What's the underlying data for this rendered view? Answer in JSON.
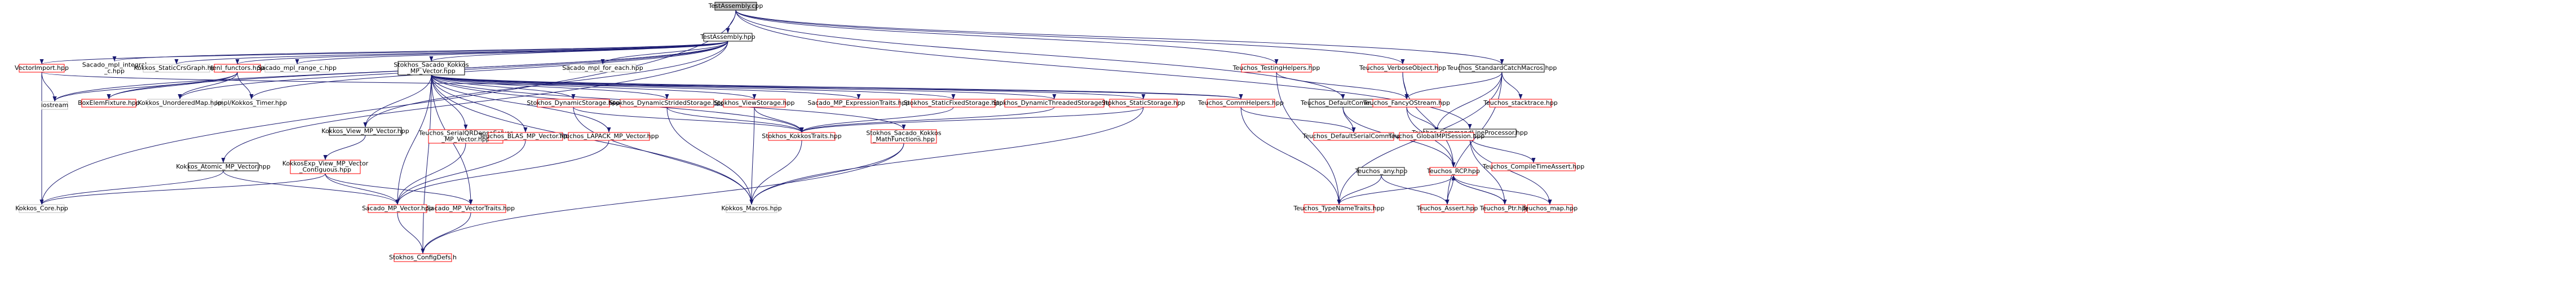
{
  "colors": {
    "edge": "#191970",
    "box_stroke": "#000000",
    "box_fill": "#ffffff",
    "root_fill": "#bfbfbf",
    "red_stroke": "#ff0000",
    "gray_stroke": "#bfbfbf",
    "text": "#000000"
  },
  "nodes": [
    {
      "id": "root",
      "lines": [
        "TestAssembly.cpp"
      ],
      "style": "root"
    },
    {
      "id": "ta",
      "lines": [
        "TestAssembly.hpp"
      ],
      "style": "black"
    },
    {
      "id": "vimport",
      "lines": [
        "VectorImport.hpp"
      ],
      "style": "red"
    },
    {
      "id": "mplint",
      "lines": [
        "Sacado_mpl_integral",
        "_c.hpp"
      ],
      "style": "plain"
    },
    {
      "id": "crsgraph",
      "lines": [
        "Kokkos_StaticCrsGraph.hpp"
      ],
      "style": "gray"
    },
    {
      "id": "fem",
      "lines": [
        "fenl_functors.hpp"
      ],
      "style": "red"
    },
    {
      "id": "mplrange",
      "lines": [
        "Sacado_mpl_range_c.hpp"
      ],
      "style": "gray"
    },
    {
      "id": "mplfor",
      "lines": [
        "Sacado_mpl_for_each.hpp"
      ],
      "style": "gray"
    },
    {
      "id": "mpvec",
      "lines": [
        "Stokhos_Sacado_Kokkos",
        "_MP_Vector.hpp"
      ],
      "style": "black"
    },
    {
      "id": "testhelp",
      "lines": [
        "Teuchos_TestingHelpers.hpp"
      ],
      "style": "red"
    },
    {
      "id": "verbose",
      "lines": [
        "Teuchos_VerboseObject.hpp"
      ],
      "style": "red"
    },
    {
      "id": "stdcatch",
      "lines": [
        "Teuchos_StandardCatchMacros.hpp"
      ],
      "style": "black"
    },
    {
      "id": "iostream",
      "lines": [
        "iostream"
      ],
      "style": "gray"
    },
    {
      "id": "boxelem",
      "lines": [
        "BoxElemFixture.hpp"
      ],
      "style": "red"
    },
    {
      "id": "unordered",
      "lines": [
        "Kokkos_UnorderedMap.hpp"
      ],
      "style": "gray"
    },
    {
      "id": "impltimer",
      "lines": [
        "impl/Kokkos_Timer.hpp"
      ],
      "style": "gray"
    },
    {
      "id": "kviewmp",
      "lines": [
        "Kokkos_View_MP_Vector.hpp"
      ],
      "style": "black"
    },
    {
      "id": "katomic",
      "lines": [
        "Kokkos_Atomic_MP_Vector.hpp"
      ],
      "style": "black"
    },
    {
      "id": "kexpview",
      "lines": [
        "KokkosExp_View_MP_Vector",
        "_Contiguous.hpp"
      ],
      "style": "red"
    },
    {
      "id": "dynstor",
      "lines": [
        "Stokhos_DynamicStorage.hpp"
      ],
      "style": "red"
    },
    {
      "id": "dynstrided",
      "lines": [
        "Stokhos_DynamicStridedStorage.hpp"
      ],
      "style": "red"
    },
    {
      "id": "viewstor",
      "lines": [
        "Stokhos_ViewStorage.hpp"
      ],
      "style": "red"
    },
    {
      "id": "mpexpr",
      "lines": [
        "Sacado_MP_ExpressionTraits.hpp"
      ],
      "style": "red"
    },
    {
      "id": "statfixed",
      "lines": [
        "Stokhos_StaticFixedStorage.hpp"
      ],
      "style": "red"
    },
    {
      "id": "dynthreaded",
      "lines": [
        "Stokhos_DynamicThreadedStorage.hpp"
      ],
      "style": "red"
    },
    {
      "id": "statstor",
      "lines": [
        "Stokhos_StaticStorage.hpp"
      ],
      "style": "red"
    },
    {
      "id": "commhelp",
      "lines": [
        "Teuchos_CommHelpers.hpp"
      ],
      "style": "red"
    },
    {
      "id": "defcomm",
      "lines": [
        "Teuchos_DefaultComm.hpp"
      ],
      "style": "black"
    },
    {
      "id": "fancy",
      "lines": [
        "Teuchos_FancyOStream.hpp"
      ],
      "style": "red"
    },
    {
      "id": "cmdline",
      "lines": [
        "Teuchos_CommandLineProcessor.hpp"
      ],
      "style": "black"
    },
    {
      "id": "serialqr",
      "lines": [
        "Teuchos_SerialQRDenseSolver",
        "_MP_Vector.hpp"
      ],
      "style": "red"
    },
    {
      "id": "blasmp",
      "lines": [
        "Teuchos_BLAS_MP_Vector.hpp"
      ],
      "style": "red"
    },
    {
      "id": "lapackmp",
      "lines": [
        "Teuchos_LAPACK_MP_Vector.hpp"
      ],
      "style": "red"
    },
    {
      "id": "kokkostraits",
      "lines": [
        "Stokhos_KokkosTraits.hpp"
      ],
      "style": "red"
    },
    {
      "id": "mathfn",
      "lines": [
        "Stokhos_Sacado_Kokkos",
        "_MathFunctions.hpp"
      ],
      "style": "red"
    },
    {
      "id": "defserial",
      "lines": [
        "Teuchos_DefaultSerialComm.hpp"
      ],
      "style": "red"
    },
    {
      "id": "globalmpi",
      "lines": [
        "Teuchos_GlobalMPISession.hpp"
      ],
      "style": "red"
    },
    {
      "id": "stacktrace",
      "lines": [
        "Teuchos_stacktrace.hpp"
      ],
      "style": "red"
    },
    {
      "id": "any",
      "lines": [
        "Teuchos_any.hpp"
      ],
      "style": "black"
    },
    {
      "id": "rcp",
      "lines": [
        "Teuchos_RCP.hpp"
      ],
      "style": "red"
    },
    {
      "id": "complextime",
      "lines": [
        "Teuchos_CompileTimeAssert.hpp"
      ],
      "style": "red"
    },
    {
      "id": "kcore",
      "lines": [
        "Kokkos_Core.hpp"
      ],
      "style": "gray"
    },
    {
      "id": "sacmp",
      "lines": [
        "Sacado_MP_Vector.hpp"
      ],
      "style": "red"
    },
    {
      "id": "sacmptraits",
      "lines": [
        "Sacado_MP_VectorTraits.hpp"
      ],
      "style": "red"
    },
    {
      "id": "kmacros",
      "lines": [
        "Kokkos_Macros.hpp"
      ],
      "style": "gray"
    },
    {
      "id": "typename",
      "lines": [
        "Teuchos_TypeNameTraits.hpp"
      ],
      "style": "red"
    },
    {
      "id": "assert",
      "lines": [
        "Teuchos_Assert.hpp"
      ],
      "style": "red"
    },
    {
      "id": "ptr",
      "lines": [
        "Teuchos_Ptr.hpp"
      ],
      "style": "red"
    },
    {
      "id": "map",
      "lines": [
        "Teuchos_map.hpp"
      ],
      "style": "red"
    },
    {
      "id": "configdefs",
      "lines": [
        "Stokhos_ConfigDefs.h"
      ],
      "style": "red"
    }
  ],
  "edges": [
    [
      "root",
      "ta"
    ],
    [
      "root",
      "kcore"
    ],
    [
      "root",
      "testhelp"
    ],
    [
      "root",
      "verbose"
    ],
    [
      "root",
      "stdcatch"
    ],
    [
      "root",
      "cmdline"
    ],
    [
      "root",
      "defcomm"
    ],
    [
      "ta",
      "iostream"
    ],
    [
      "ta",
      "vimport"
    ],
    [
      "ta",
      "mplint"
    ],
    [
      "ta",
      "crsgraph"
    ],
    [
      "ta",
      "fem"
    ],
    [
      "ta",
      "mplrange"
    ],
    [
      "ta",
      "mpvec"
    ],
    [
      "ta",
      "mplfor"
    ],
    [
      "ta",
      "boxelem"
    ],
    [
      "ta",
      "unordered"
    ],
    [
      "ta",
      "impltimer"
    ],
    [
      "ta",
      "kviewmp"
    ],
    [
      "ta",
      "katomic"
    ],
    [
      "vimport",
      "iostream"
    ],
    [
      "vimport",
      "kcore"
    ],
    [
      "vimport",
      "commhelp"
    ],
    [
      "fem",
      "boxelem"
    ],
    [
      "fem",
      "unordered"
    ],
    [
      "fem",
      "impltimer"
    ],
    [
      "fem",
      "iostream"
    ],
    [
      "mpvec",
      "kviewmp"
    ],
    [
      "mpvec",
      "dynstor"
    ],
    [
      "mpvec",
      "dynstrided"
    ],
    [
      "mpvec",
      "viewstor"
    ],
    [
      "mpvec",
      "mpexpr"
    ],
    [
      "mpvec",
      "statfixed"
    ],
    [
      "mpvec",
      "dynthreaded"
    ],
    [
      "mpvec",
      "statstor"
    ],
    [
      "mpvec",
      "serialqr"
    ],
    [
      "mpvec",
      "blasmp"
    ],
    [
      "mpvec",
      "lapackmp"
    ],
    [
      "mpvec",
      "sacmp"
    ],
    [
      "mpvec",
      "kokkostraits"
    ],
    [
      "mpvec",
      "mathfn"
    ],
    [
      "mpvec",
      "configdefs"
    ],
    [
      "mpvec",
      "kmacros"
    ],
    [
      "mpvec",
      "sacmptraits"
    ],
    [
      "mpvec",
      "commhelp"
    ],
    [
      "testhelp",
      "fancy"
    ],
    [
      "testhelp",
      "typename"
    ],
    [
      "verbose",
      "fancy"
    ],
    [
      "verbose",
      "rcp"
    ],
    [
      "stdcatch",
      "fancy"
    ],
    [
      "stdcatch",
      "globalmpi"
    ],
    [
      "stdcatch",
      "stacktrace"
    ],
    [
      "stdcatch",
      "typename"
    ],
    [
      "stdcatch",
      "assert"
    ],
    [
      "kviewmp",
      "kexpview"
    ],
    [
      "katomic",
      "kcore"
    ],
    [
      "katomic",
      "sacmp"
    ],
    [
      "kexpview",
      "kcore"
    ],
    [
      "kexpview",
      "sacmp"
    ],
    [
      "kexpview",
      "sacmptraits"
    ],
    [
      "dynstor",
      "kokkostraits"
    ],
    [
      "dynstor",
      "kmacros"
    ],
    [
      "dynstrided",
      "kokkostraits"
    ],
    [
      "dynstrided",
      "kmacros"
    ],
    [
      "viewstor",
      "kokkostraits"
    ],
    [
      "viewstor",
      "kmacros"
    ],
    [
      "statfixed",
      "kokkostraits"
    ],
    [
      "dynthreaded",
      "kokkostraits"
    ],
    [
      "statstor",
      "kokkostraits"
    ],
    [
      "statstor",
      "kmacros"
    ],
    [
      "commhelp",
      "defserial"
    ],
    [
      "commhelp",
      "typename"
    ],
    [
      "defcomm",
      "defserial"
    ],
    [
      "defcomm",
      "rcp"
    ],
    [
      "fancy",
      "globalmpi"
    ],
    [
      "fancy",
      "rcp"
    ],
    [
      "cmdline",
      "complextime"
    ],
    [
      "cmdline",
      "map"
    ],
    [
      "cmdline",
      "ptr"
    ],
    [
      "serialqr",
      "sacmp"
    ],
    [
      "blasmp",
      "sacmp"
    ],
    [
      "lapackmp",
      "sacmp"
    ],
    [
      "kokkostraits",
      "kmacros"
    ],
    [
      "mathfn",
      "kmacros"
    ],
    [
      "mathfn",
      "configdefs"
    ],
    [
      "any",
      "typename"
    ],
    [
      "any",
      "assert"
    ],
    [
      "rcp",
      "ptr"
    ],
    [
      "rcp",
      "assert"
    ],
    [
      "rcp",
      "typename"
    ],
    [
      "rcp",
      "map"
    ],
    [
      "ptr",
      "rcp"
    ],
    [
      "sacmp",
      "configdefs"
    ],
    [
      "sacmptraits",
      "configdefs"
    ]
  ]
}
